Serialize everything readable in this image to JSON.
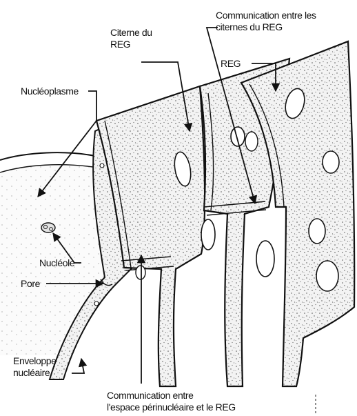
{
  "diagram": {
    "labels": {
      "comm_cisternes": [
        "Communication entre les",
        "citernes du REG"
      ],
      "citerne": [
        "Citerne du",
        "REG"
      ],
      "reg": "REG",
      "nucleoplasme": "Nucléoplasme",
      "nucleole": "Nucléole",
      "pore": "Pore",
      "enveloppe": [
        "Enveloppe",
        "nucléaire"
      ],
      "comm_espace": [
        "Communication entre",
        "l'espace périnucléaire et le REG"
      ]
    }
  },
  "colors": {
    "ink": "#111111",
    "sheet": "#f1f1f1",
    "stipple": "#6a6a6a",
    "background": "#ffffff"
  }
}
